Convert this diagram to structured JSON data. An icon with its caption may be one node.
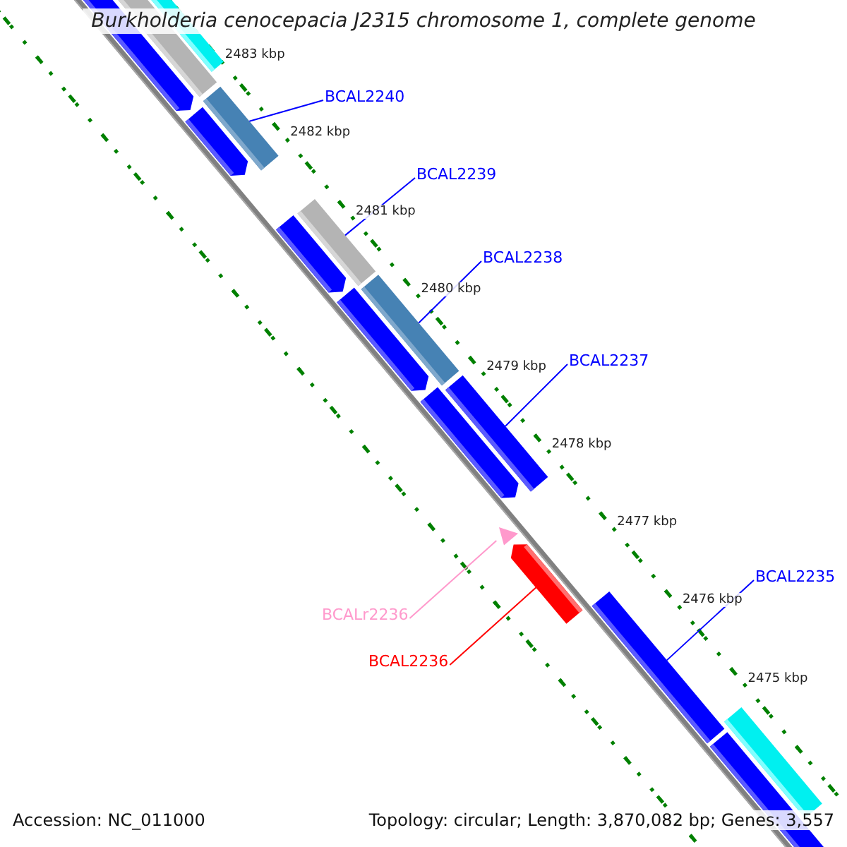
{
  "diagram": {
    "title": "Burkholderia cenocepacia J2315 chromosome 1, complete genome",
    "nodes": [
      {
        "text": [
          "BCAL2240"
        ]
      },
      {
        "text": [],
        "shape": "bar"
      },
      {
        "text": [
          "BCAL2239"
        ]
      },
      {
        "text": [],
        "shape": "bar"
      },
      {
        "text": [
          "BCAL2238"
        ]
      },
      {
        "text": [],
        "shape": "bar"
      },
      {
        "text": [
          "BCAL2237"
        ]
      },
      {
        "text": [],
        "shape": "bar"
      },
      {
        "text": [
          "BCAL2235"
        ]
      },
      {
        "text": [],
        "shape": "bar"
      },
      {
        "text": [
          "BCALr2236"
        ]
      },
      {
        "text": [],
        "shape": "triangle"
      },
      {
        "text": [
          "BCAL2236"
        ]
      },
      {
        "text": [],
        "shape": "bar"
      }
    ],
    "edges": [
      {
        "from": 0,
        "to": 1,
        "arrow": "none"
      },
      {
        "from": 2,
        "to": 3,
        "arrow": "none"
      },
      {
        "from": 4,
        "to": 5,
        "arrow": "none"
      },
      {
        "from": 6,
        "to": 7,
        "arrow": "none"
      },
      {
        "from": 8,
        "to": 9,
        "arrow": "none"
      },
      {
        "from": 10,
        "to": 11,
        "arrow": "none",
        "color": "#ff99cc"
      },
      {
        "from": 12,
        "to": 13,
        "arrow": "none",
        "color": "#ff0000"
      }
    ],
    "labels": [
      "2483 kbp",
      "2482 kbp",
      "2481 kbp",
      "2480 kbp",
      "2479 kbp",
      "2478 kbp",
      "2477 kbp",
      "2476 kbp",
      "2475 kbp",
      "Accession: NC_011000",
      "Topology: circular; Length: 3,870,082 bp; Genes: 3,557"
    ]
  }
}
